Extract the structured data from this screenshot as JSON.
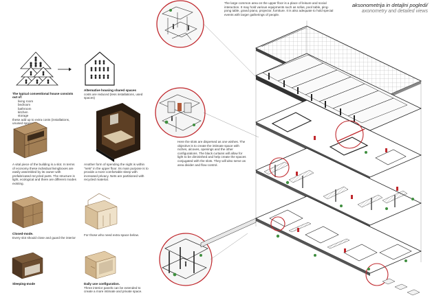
{
  "header": {
    "title_line1": "aksonometrija in detajlni pogledi/",
    "title_line2": "axonometry and detailed views"
  },
  "intro": {
    "conventional_heading": "The typical conventional house consists out of:",
    "conventional_items": [
      "living room",
      "bedroom",
      "bathroom",
      "kitchen",
      "storage"
    ],
    "conventional_footer": "these add up to extra costs (installations, unused spaces)",
    "alternative_heading": "Alternative housing shared spaces",
    "alternative_text": "costs are reduced (less installations, used spaces)"
  },
  "slot_text": {
    "left": "A vital piece of the building is a slot. In terms of economy these individual livingboxes are easily assembled by its owner with prefabricated recycled parts. The structure is light, ecological and there are different modes existing.",
    "right": "Another form of spending the night is within \"nets\" in the upper floor. Its main purpose is to provide a more comfortable sleep with increased privacy. Nets are partitioned with recycled material."
  },
  "modes": {
    "closed_title": "Closed-mode.",
    "closed_text": "Every slot should close and guard the interior",
    "extra_text": "For those who need extra space below.",
    "sleeping_title": "Sleeping-mode",
    "daily_title": "Daily use configuration.",
    "daily_text": "Three interior panels can be extended to create a more intimate and private space."
  },
  "center_text": {
    "p1": "Here the slots are dispersed as one wishes. The objective is to create the intimate space with niches, alcoves, openings and the other configurations. The black curtains will allow for light to be diminished and help create the spaces conjugated with the slots. They will also serve as area divider and flow control.",
    "top": "The large common area on the upper floor is a place of leisure and social interaction. It may hold various equipments such as sofas, pool table, ping-pong table, grand piano, projector, furniture. It is also adequate to hold special events with larger gatherings of people."
  },
  "colors": {
    "accent_red": "#c0282d",
    "line": "#222222",
    "plant_green": "#3f8f3f",
    "wood": "#9b7a52"
  }
}
